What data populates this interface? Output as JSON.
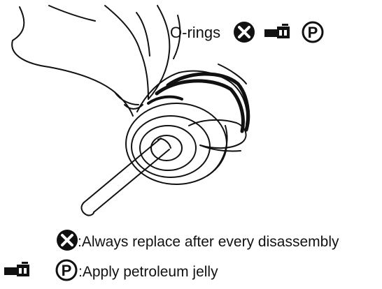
{
  "callout": {
    "label": "O-rings",
    "icons": [
      "replace-x-icon",
      "grease-gun-icon",
      "petroleum-p-icon"
    ]
  },
  "legend": [
    {
      "icons": [
        "replace-x-icon"
      ],
      "text": ":Always replace after every disassembly"
    },
    {
      "icons": [
        "grease-gun-icon",
        "petroleum-p-icon"
      ],
      "text": ":Apply petroleum jelly"
    }
  ],
  "colors": {
    "ink": "#111111",
    "background": "#ffffff"
  }
}
